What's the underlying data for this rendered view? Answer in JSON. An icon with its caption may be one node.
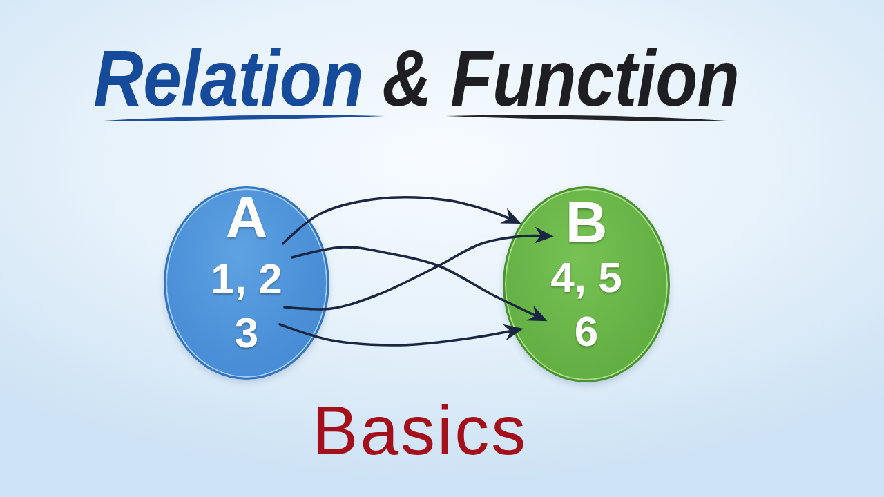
{
  "diagram": {
    "title": "Relation & Function",
    "nodes": [
      {
        "text": [
          "A",
          "1, 2 3"
        ]
      },
      {
        "text": [
          "B",
          "4, 5 6"
        ]
      }
    ],
    "edges": [
      {
        "from": 0,
        "to": 1,
        "arrow": "to"
      },
      {
        "from": 0,
        "to": 1,
        "arrow": "to"
      },
      {
        "from": 0,
        "to": 1,
        "arrow": "to"
      },
      {
        "from": 0,
        "to": 1,
        "arrow": "to"
      }
    ],
    "labels": [
      "Basics"
    ]
  }
}
